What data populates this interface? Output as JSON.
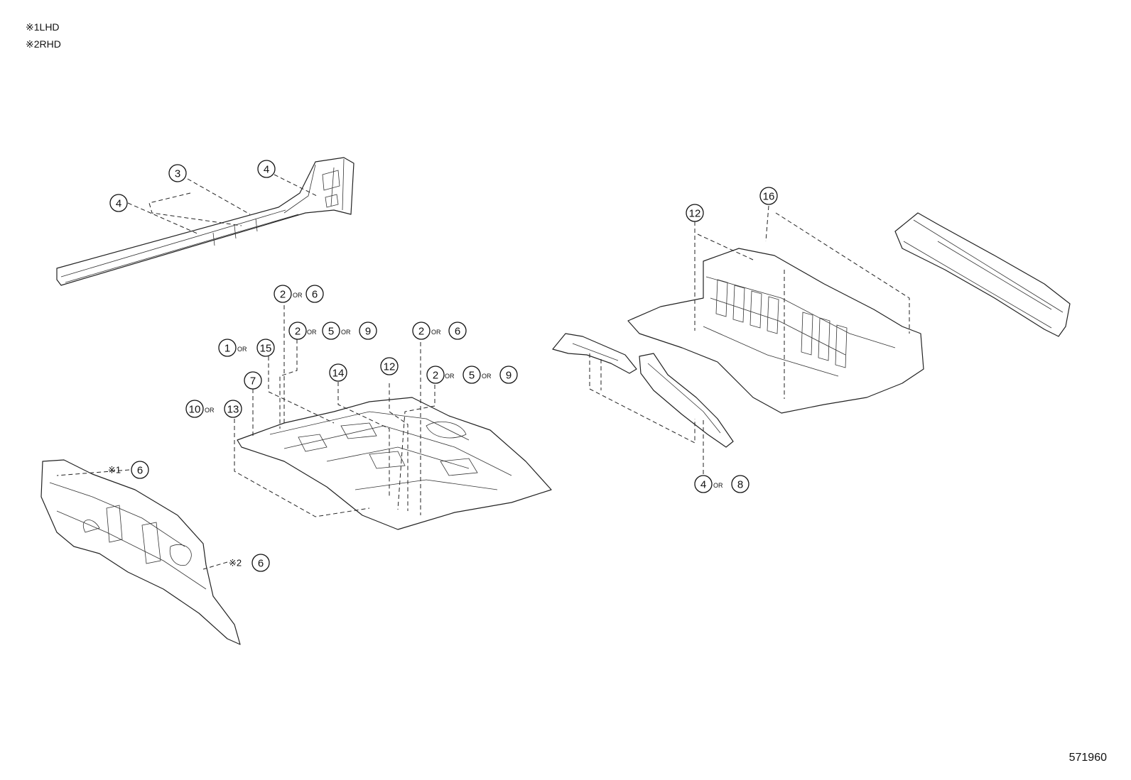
{
  "legend": [
    {
      "mark": "※1",
      "text": "LHD"
    },
    {
      "mark": "※2",
      "text": "RHD"
    }
  ],
  "callouts": {
    "rocker_3": "3",
    "rocker_4_right": "4",
    "rocker_4_left": "4",
    "floor_2or6_top_a": "2",
    "floor_2or6_top_b": "6",
    "floor_1or15_a": "1",
    "floor_1or15_b": "15",
    "floor_259_left_a": "2",
    "floor_259_left_b": "5",
    "floor_259_left_c": "9",
    "floor_2or6_right_a": "2",
    "floor_2or6_right_b": "6",
    "floor_7": "7",
    "floor_14": "14",
    "floor_12": "12",
    "floor_259_right_a": "2",
    "floor_259_right_b": "5",
    "floor_259_right_c": "9",
    "floor_10or13_a": "10",
    "floor_10or13_b": "13",
    "dash_lhd_6": "6",
    "dash_rhd_6": "6",
    "rear_12": "12",
    "rear_16": "16",
    "member_4or8_a": "4",
    "member_4or8_b": "8"
  },
  "labels": {
    "or": "OR",
    "note1": "※1",
    "note2": "※2"
  },
  "diagram_id": "571960"
}
